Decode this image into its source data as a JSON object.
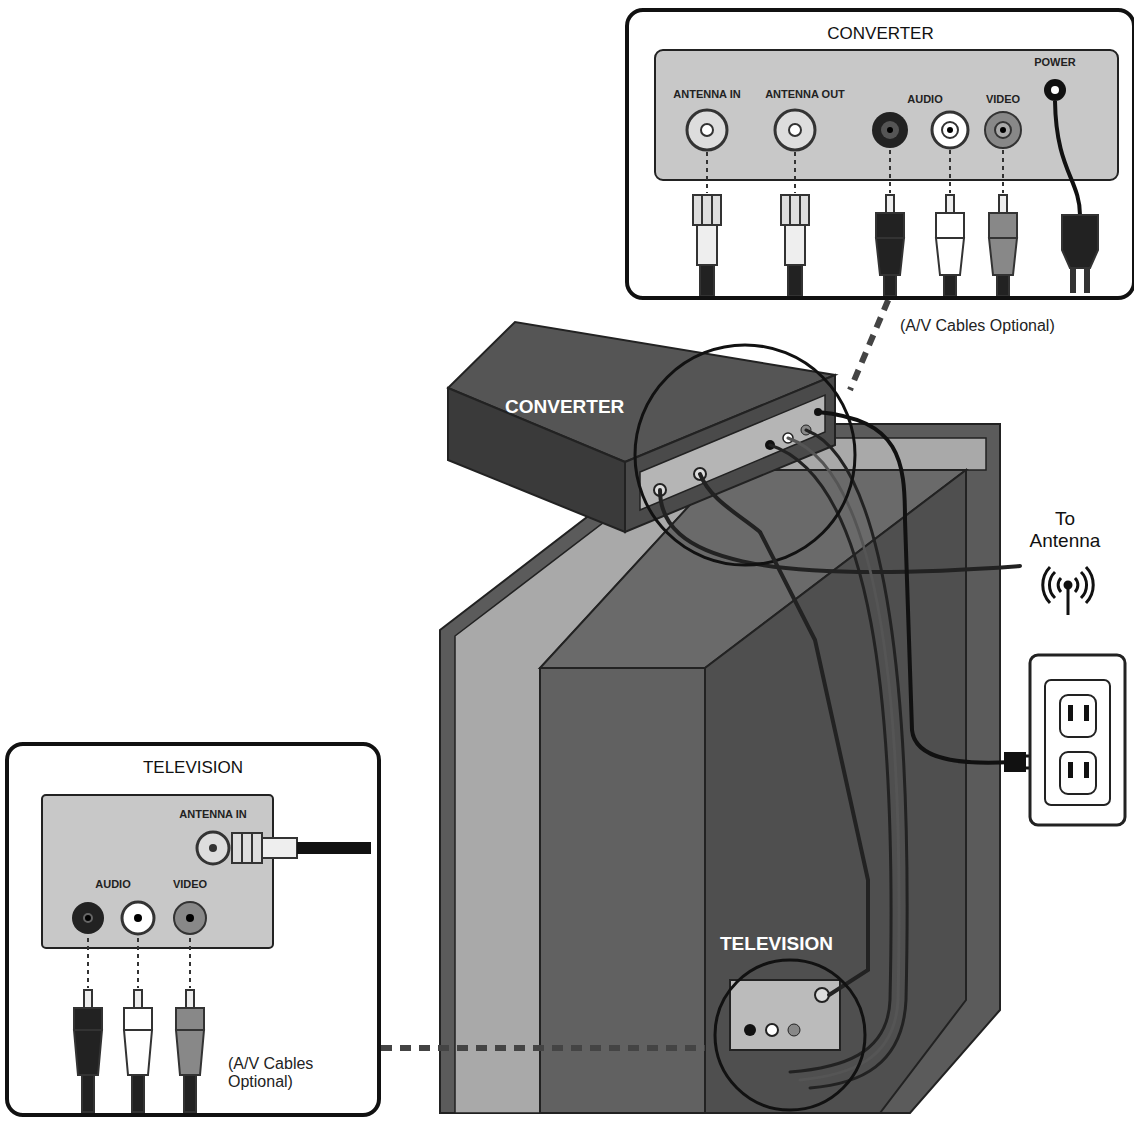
{
  "diagram": {
    "nodes": [
      {
        "text": [
          "CONVERTER"
        ]
      },
      {
        "text": [
          "CONVERTER"
        ]
      },
      {
        "text": [
          "TELEVISION"
        ]
      },
      {
        "text": [
          "TELEVISION"
        ]
      }
    ],
    "edges": [
      {
        "from": 0,
        "to": 1,
        "arrow": "none"
      },
      {
        "from": 1,
        "to": 2,
        "arrow": "none"
      },
      {
        "from": 3,
        "to": 2,
        "arrow": "none"
      }
    ],
    "labels": [
      "ANTENNA IN",
      "ANTENNA OUT",
      "AUDIO",
      "VIDEO",
      "POWER",
      "(A/V Cables Optional)",
      "To Antenna",
      "ANTENNA IN",
      "AUDIO",
      "VIDEO",
      "(A/V Cables Optional)"
    ]
  }
}
